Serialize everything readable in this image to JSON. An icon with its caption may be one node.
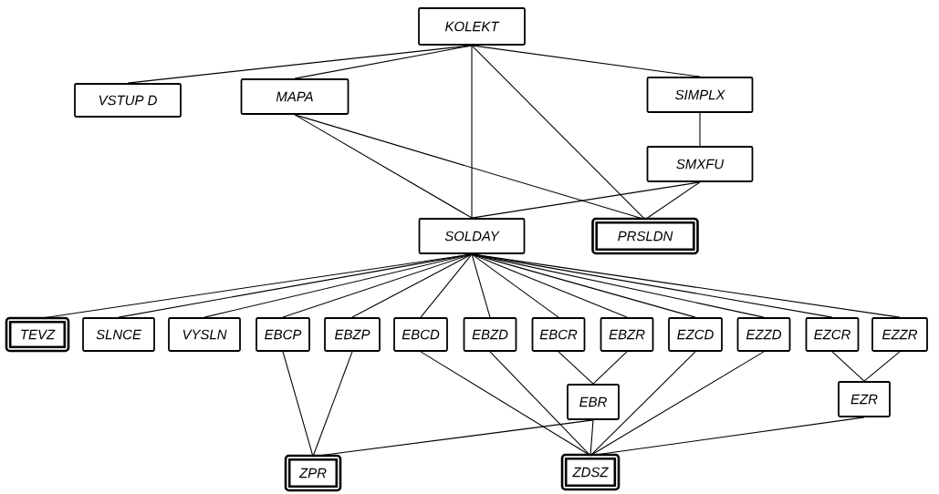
{
  "diagram": {
    "nodes": [
      {
        "text": [
          "KOLEKT"
        ]
      },
      {
        "text": [
          "VSTUP D"
        ]
      },
      {
        "text": [
          "MAPA"
        ]
      },
      {
        "text": [
          "SIMPLX"
        ]
      },
      {
        "text": [
          "SMXFU"
        ]
      },
      {
        "text": [
          "SOLDAY"
        ]
      },
      {
        "text": [
          "PRSLDN"
        ]
      },
      {
        "text": [
          "TEVZ"
        ]
      },
      {
        "text": [
          "SLNCE"
        ]
      },
      {
        "text": [
          "VYSLN"
        ]
      },
      {
        "text": [
          "EBCP"
        ]
      },
      {
        "text": [
          "EBZP"
        ]
      },
      {
        "text": [
          "EBCD"
        ]
      },
      {
        "text": [
          "EBZD"
        ]
      },
      {
        "text": [
          "EBCR"
        ]
      },
      {
        "text": [
          "EBZR"
        ]
      },
      {
        "text": [
          "EZCD"
        ]
      },
      {
        "text": [
          "EZZD"
        ]
      },
      {
        "text": [
          "EZCR"
        ]
      },
      {
        "text": [
          "EZZR"
        ]
      },
      {
        "text": [
          "EBR"
        ]
      },
      {
        "text": [
          "EZR"
        ]
      },
      {
        "text": [
          "ZPR"
        ]
      },
      {
        "text": [
          "ZDSZ"
        ]
      }
    ],
    "edges": [
      {
        "from": 0,
        "to": 1,
        "arrow": "none"
      },
      {
        "from": 0,
        "to": 2,
        "arrow": "none"
      },
      {
        "from": 0,
        "to": 3,
        "arrow": "none"
      },
      {
        "from": 0,
        "to": 5,
        "arrow": "none"
      },
      {
        "from": 0,
        "to": 6,
        "arrow": "none"
      },
      {
        "from": 2,
        "to": 5,
        "arrow": "none"
      },
      {
        "from": 2,
        "to": 6,
        "arrow": "none"
      },
      {
        "from": 3,
        "to": 4,
        "arrow": "none"
      },
      {
        "from": 4,
        "to": 5,
        "arrow": "none"
      },
      {
        "from": 4,
        "to": 6,
        "arrow": "none"
      },
      {
        "from": 5,
        "to": 7,
        "arrow": "none"
      },
      {
        "from": 5,
        "to": 8,
        "arrow": "none"
      },
      {
        "from": 5,
        "to": 9,
        "arrow": "none"
      },
      {
        "from": 5,
        "to": 10,
        "arrow": "none"
      },
      {
        "from": 5,
        "to": 11,
        "arrow": "none"
      },
      {
        "from": 5,
        "to": 12,
        "arrow": "none"
      },
      {
        "from": 5,
        "to": 13,
        "arrow": "none"
      },
      {
        "from": 5,
        "to": 14,
        "arrow": "none"
      },
      {
        "from": 5,
        "to": 15,
        "arrow": "none"
      },
      {
        "from": 5,
        "to": 16,
        "arrow": "none"
      },
      {
        "from": 5,
        "to": 17,
        "arrow": "none"
      },
      {
        "from": 5,
        "to": 18,
        "arrow": "none"
      },
      {
        "from": 5,
        "to": 19,
        "arrow": "none"
      },
      {
        "from": 10,
        "to": 22,
        "arrow": "none"
      },
      {
        "from": 11,
        "to": 22,
        "arrow": "none"
      },
      {
        "from": 12,
        "to": 23,
        "arrow": "none"
      },
      {
        "from": 13,
        "to": 23,
        "arrow": "none"
      },
      {
        "from": 14,
        "to": 20,
        "arrow": "none"
      },
      {
        "from": 15,
        "to": 20,
        "arrow": "none"
      },
      {
        "from": 20,
        "to": 22,
        "arrow": "none"
      },
      {
        "from": 20,
        "to": 23,
        "arrow": "none"
      },
      {
        "from": 16,
        "to": 23,
        "arrow": "none"
      },
      {
        "from": 17,
        "to": 23,
        "arrow": "none"
      },
      {
        "from": 18,
        "to": 21,
        "arrow": "none"
      },
      {
        "from": 19,
        "to": 21,
        "arrow": "none"
      },
      {
        "from": 21,
        "to": 23,
        "arrow": "none"
      }
    ]
  }
}
